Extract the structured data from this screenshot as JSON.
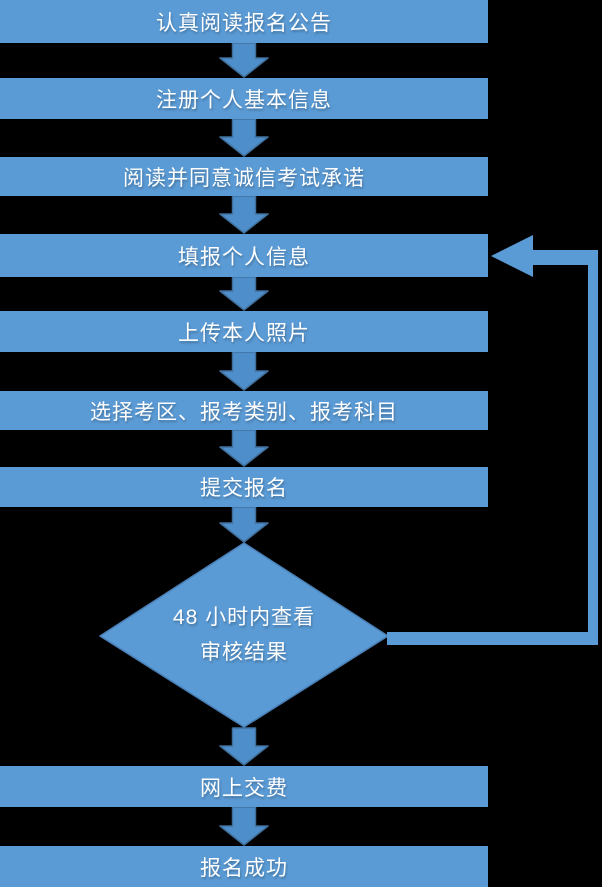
{
  "flowchart": {
    "steps": [
      {
        "label": "认真阅读报名公告"
      },
      {
        "label": "注册个人基本信息"
      },
      {
        "label": "阅读并同意诚信考试承诺"
      },
      {
        "label": "填报个人信息"
      },
      {
        "label": "上传本人照片"
      },
      {
        "label": "选择考区、报考类别、报考科目"
      },
      {
        "label": "提交报名"
      },
      {
        "label": "网上交费"
      },
      {
        "label": "报名成功"
      }
    ],
    "decision": {
      "line1": "48 小时内查看",
      "line2": "审核结果"
    },
    "colors": {
      "background": "#000000",
      "box_fill": "#5B9BD5",
      "arrow_fill": "#4E8ECB",
      "arrow_border": "#41719C",
      "diamond_fill": "#5B9BD5",
      "diamond_border": "#4A7FB5",
      "connector_fill": "#5B9BD5",
      "text": "#FFFFFF"
    }
  }
}
